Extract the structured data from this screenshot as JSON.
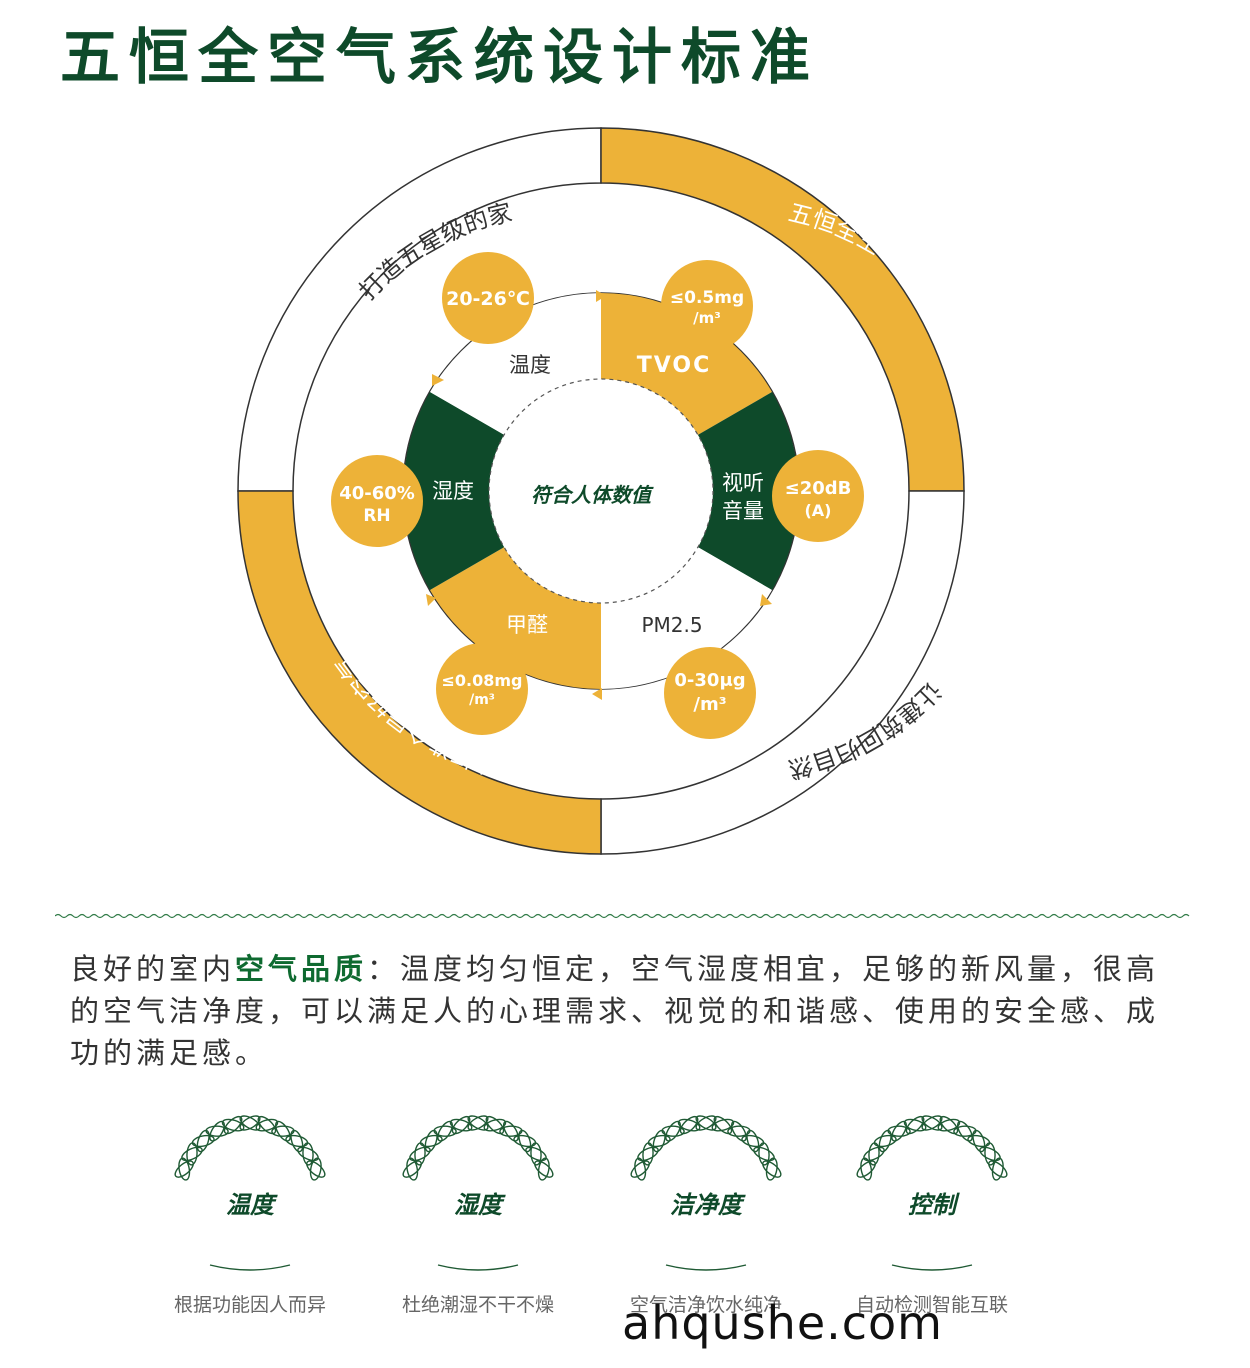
{
  "title": "五恒全空气系统设计标准",
  "diagram": {
    "outer_ring": [
      "打造五星级的家",
      "五恒全空气系统",
      "让建筑回归自然",
      "用系统打造全屋好空气"
    ],
    "center": "符合人体数值",
    "segments": [
      {
        "label": "温度",
        "value": "20-26℃"
      },
      {
        "label": "TVOC",
        "value_line1": "≤0.5mg",
        "value_line2": "/m³"
      },
      {
        "label_line1": "视听",
        "label_line2": "音量",
        "value_line1": "≤20dB",
        "value_line2": "(A)"
      },
      {
        "label": "PM2.5",
        "value_line1": "0-30μg",
        "value_line2": "/m³"
      },
      {
        "label": "甲醛",
        "value_line1": "≤0.08mg",
        "value_line2": "/m³"
      },
      {
        "label": "湿度",
        "value_line1": "40-60%",
        "value_line2": "RH"
      }
    ]
  },
  "paragraph": {
    "prefix": "良好的室内",
    "highlight": "空气品质",
    "body": "：温度均匀恒定，空气湿度相宜，足够的新风量，很高的空气洁净度，可以满足人的心理需求、视觉的和谐感、使用的安全感、成功的满足感。"
  },
  "badges": [
    {
      "title": "温度",
      "desc": "根据功能因人而异"
    },
    {
      "title": "湿度",
      "desc": "杜绝潮湿不干不燥"
    },
    {
      "title": "洁净度",
      "desc": "空气洁净饮水纯净"
    },
    {
      "title": "控制",
      "desc": "自动检测智能互联"
    }
  ],
  "watermark": "ahqushe.com",
  "colors": {
    "gold": "#edb238",
    "green": "#0e4a2a",
    "title_green": "#0e4a2a"
  }
}
